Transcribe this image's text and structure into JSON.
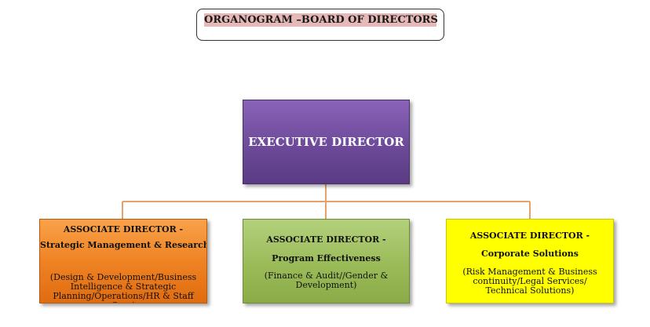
{
  "title": "ORGANOGRAM –BOARD OF DIRECTORS",
  "executive": {
    "label": "EXECUTIVE DIRECTOR"
  },
  "associates": [
    {
      "title": "ASSOCIATE DIRECTOR -",
      "subtitle": "Strategic Management & Research",
      "description": "(Design & Development/Business Intelligence & Strategic Planning/Operations/HR & Staff Care)"
    },
    {
      "title": "ASSOCIATE DIRECTOR -",
      "subtitle": "Program Effectiveness",
      "description": "(Finance & Audit//Gender & Development)"
    },
    {
      "title": "ASSOCIATE DIRECTOR -",
      "subtitle": "Corporate Solutions",
      "description": "(Risk Management & Business continuity/Legal Services/ Technical Solutions)"
    }
  ],
  "colors": {
    "connector": "#e3a36a",
    "executive": "#6d4a9a",
    "strategic": "#ef8324",
    "program": "#9bbb59",
    "corporate": "#ffff00",
    "title_highlight": "#e6b8b7"
  }
}
